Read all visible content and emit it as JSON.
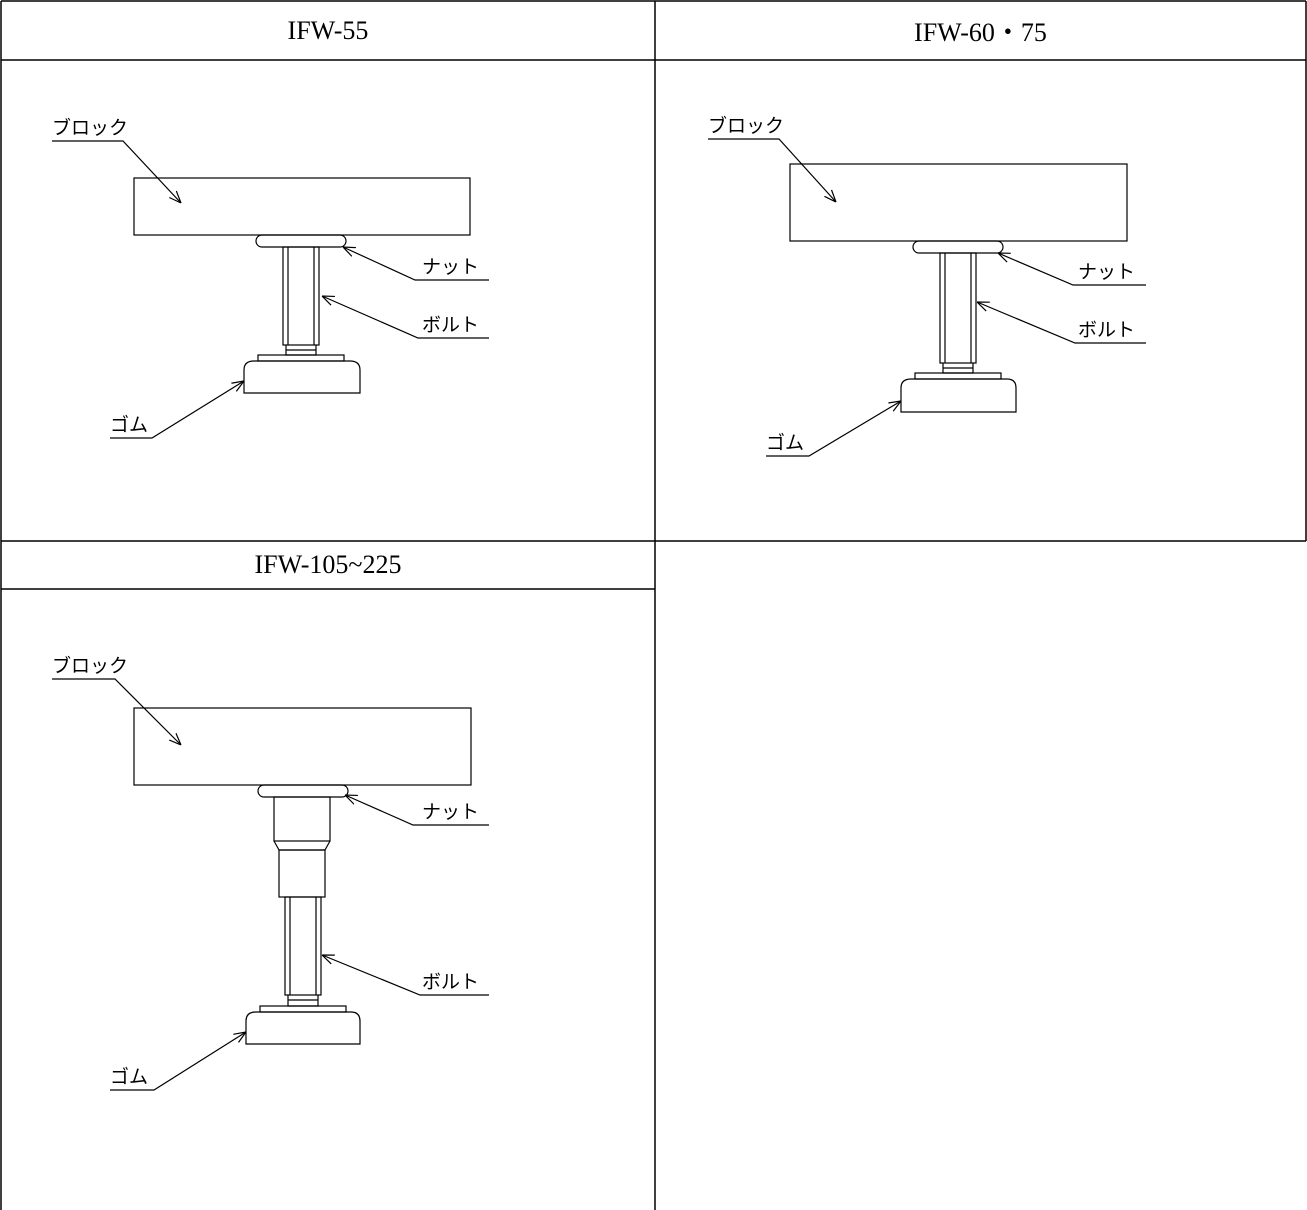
{
  "panels": [
    {
      "title": "IFW-55",
      "labels": {
        "block": "ブロック",
        "nut": "ナット",
        "bolt": "ボルト",
        "rubber": "ゴム"
      }
    },
    {
      "title": "IFW-60・75",
      "labels": {
        "block": "ブロック",
        "nut": "ナット",
        "bolt": "ボルト",
        "rubber": "ゴム"
      }
    },
    {
      "title": "IFW-105~225",
      "labels": {
        "block": "ブロック",
        "nut": "ナット",
        "bolt": "ボルト",
        "rubber": "ゴム"
      }
    }
  ]
}
